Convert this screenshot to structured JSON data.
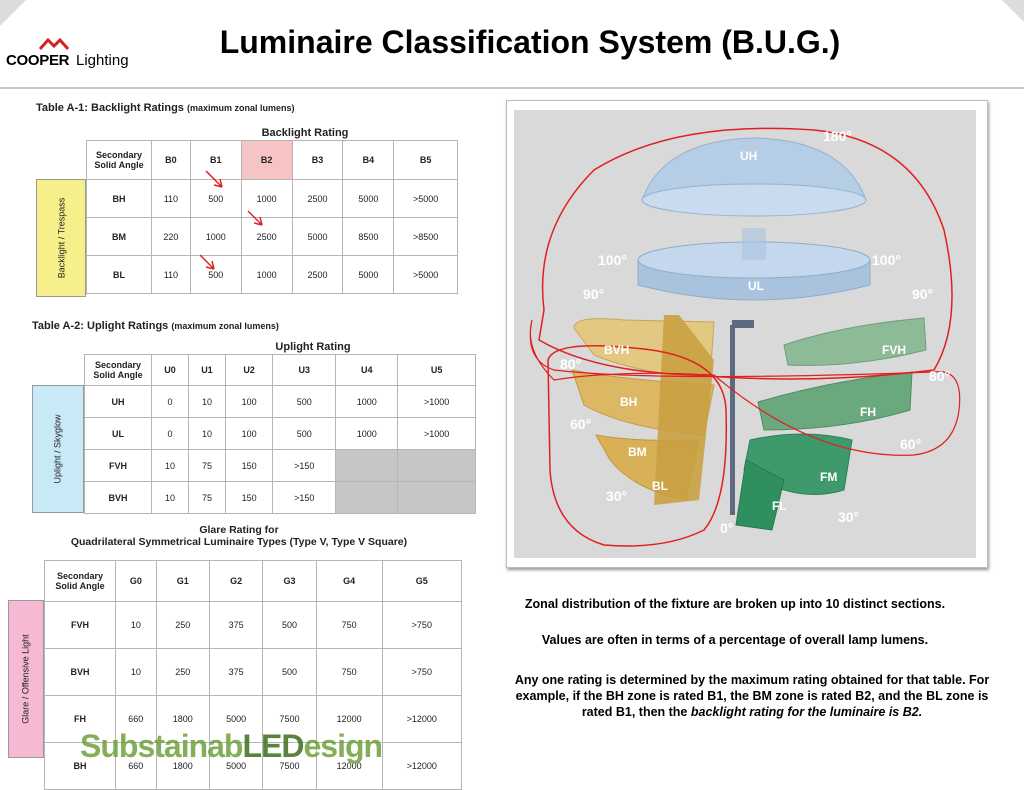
{
  "header": {
    "brand_bold": "COOPER",
    "brand_light": "Lighting",
    "title": "Luminaire Classification System (B.U.G.)"
  },
  "table_backlight": {
    "title": "Table A-1: Backlight Ratings",
    "title_note": "(maximum zonal lumens)",
    "group_header": "Backlight Rating",
    "corner_header": "Secondary Solid Angle",
    "side_label": "Backlight / Trespass",
    "side_color": "#f5f08a",
    "columns": [
      "B0",
      "B1",
      "B2",
      "B3",
      "B4",
      "B5"
    ],
    "rows": [
      {
        "label": "BH",
        "values": [
          "110",
          "500",
          "1000",
          "2500",
          "5000",
          ">5000"
        ]
      },
      {
        "label": "BM",
        "values": [
          "220",
          "1000",
          "2500",
          "5000",
          "8500",
          ">8500"
        ]
      },
      {
        "label": "BL",
        "values": [
          "110",
          "500",
          "1000",
          "2500",
          "5000",
          ">5000"
        ]
      }
    ]
  },
  "table_uplight": {
    "title": "Table A-2: Uplight Ratings",
    "title_note": "(maximum zonal lumens)",
    "group_header": "Uplight Rating",
    "corner_header": "Secondary Solid Angle",
    "side_label": "Uplight / Skyglow",
    "side_color": "#c8eaf7",
    "columns": [
      "U0",
      "U1",
      "U2",
      "U3",
      "U4",
      "U5"
    ],
    "rows": [
      {
        "label": "UH",
        "values": [
          "0",
          "10",
          "100",
          "500",
          "1000",
          ">1000"
        ]
      },
      {
        "label": "UL",
        "values": [
          "0",
          "10",
          "100",
          "500",
          "1000",
          ">1000"
        ]
      },
      {
        "label": "FVH",
        "values": [
          "10",
          "75",
          "150",
          ">150",
          "",
          ""
        ]
      },
      {
        "label": "BVH",
        "values": [
          "10",
          "75",
          "150",
          ">150",
          "",
          ""
        ]
      }
    ]
  },
  "table_glare": {
    "title_line1": "Glare Rating for",
    "title_line2": "Quadrilateral Symmetrical Luminaire Types (Type V, Type V Square)",
    "corner_header": "Secondary Solid Angle",
    "side_label": "Glare / Offensive Light",
    "side_color": "#f5b9d3",
    "columns": [
      "G0",
      "G1",
      "G2",
      "G3",
      "G4",
      "G5"
    ],
    "rows": [
      {
        "label": "FVH",
        "values": [
          "10",
          "250",
          "375",
          "500",
          "750",
          ">750"
        ]
      },
      {
        "label": "BVH",
        "values": [
          "10",
          "250",
          "375",
          "500",
          "750",
          ">750"
        ]
      },
      {
        "label": "FH",
        "values": [
          "660",
          "1800",
          "5000",
          "7500",
          "12000",
          ">12000"
        ]
      },
      {
        "label": "BH",
        "values": [
          "660",
          "1800",
          "5000",
          "7500",
          "12000",
          ">12000"
        ]
      }
    ]
  },
  "diagram": {
    "zones": {
      "UH": "UH",
      "UL": "UL",
      "BVH": "BVH",
      "BH": "BH",
      "BM": "BM",
      "BL": "BL",
      "FVH": "FVH",
      "FH": "FH",
      "FM": "FM",
      "FL": "FL"
    },
    "angles": {
      "top": "180°",
      "left_100": "100°",
      "right_100": "100°",
      "left_90": "90°",
      "right_90": "90°",
      "left_80": "80°",
      "right_80": "80°",
      "left_60": "60°",
      "right_60": "60°",
      "left_30": "30°",
      "right_30": "30°",
      "bottom": "0°"
    },
    "colors": {
      "uplight": "#a8c4e0",
      "backlight": "#d9b560",
      "forward": "#4f9e72",
      "annotation": "#e02020"
    }
  },
  "captions": {
    "zonal": "Zonal distribution of the fixture are broken up into 10 distinct sections.",
    "values": "Values are often in terms of a percentage of overall lamp lumens.",
    "example_plain": "Any one rating is determined by the maximum rating obtained for that table. For example, if the BH zone is rated B1, the BM zone is rated B2, and the BL zone is rated B1, then the",
    "example_italic": "backlight rating for the luminaire is B2."
  },
  "watermark": {
    "part1": "Substainab",
    "part2": "LED",
    "part3": "esign"
  }
}
